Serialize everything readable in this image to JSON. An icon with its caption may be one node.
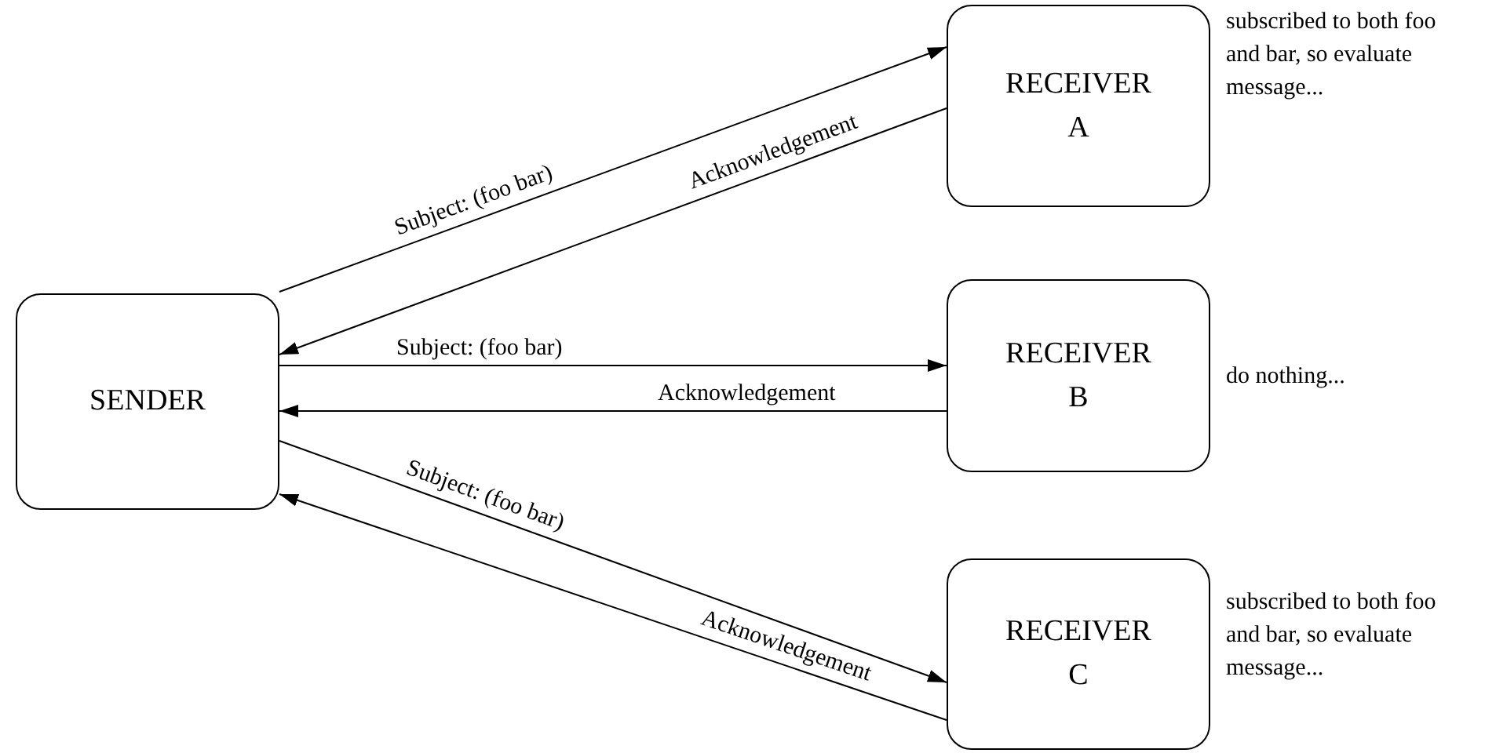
{
  "diagram": {
    "nodes": [
      {
        "text": [
          "SENDER"
        ]
      },
      {
        "text": [
          "RECEIVER A"
        ],
        "beside": [
          "subscribed to both foo and bar, so evaluate message..."
        ]
      },
      {
        "text": [
          "RECEIVER B"
        ],
        "beside": [
          "do nothing..."
        ]
      },
      {
        "text": [
          "RECEIVER C"
        ],
        "beside": [
          "subscribed to both foo and bar, so evaluate message..."
        ]
      }
    ],
    "edges": [
      {
        "from": 0,
        "to": 1,
        "arrow": "to",
        "label": "Subject: (foo bar)"
      },
      {
        "from": 1,
        "to": 0,
        "arrow": "to",
        "label": "Acknowledgement"
      },
      {
        "from": 0,
        "to": 2,
        "arrow": "to",
        "label": "Subject: (foo bar)"
      },
      {
        "from": 2,
        "to": 0,
        "arrow": "to",
        "label": "Acknowledgement"
      },
      {
        "from": 0,
        "to": 3,
        "arrow": "to",
        "label": "Subject: (foo bar)"
      },
      {
        "from": 3,
        "to": 0,
        "arrow": "to",
        "label": "Acknowledgement"
      }
    ]
  }
}
